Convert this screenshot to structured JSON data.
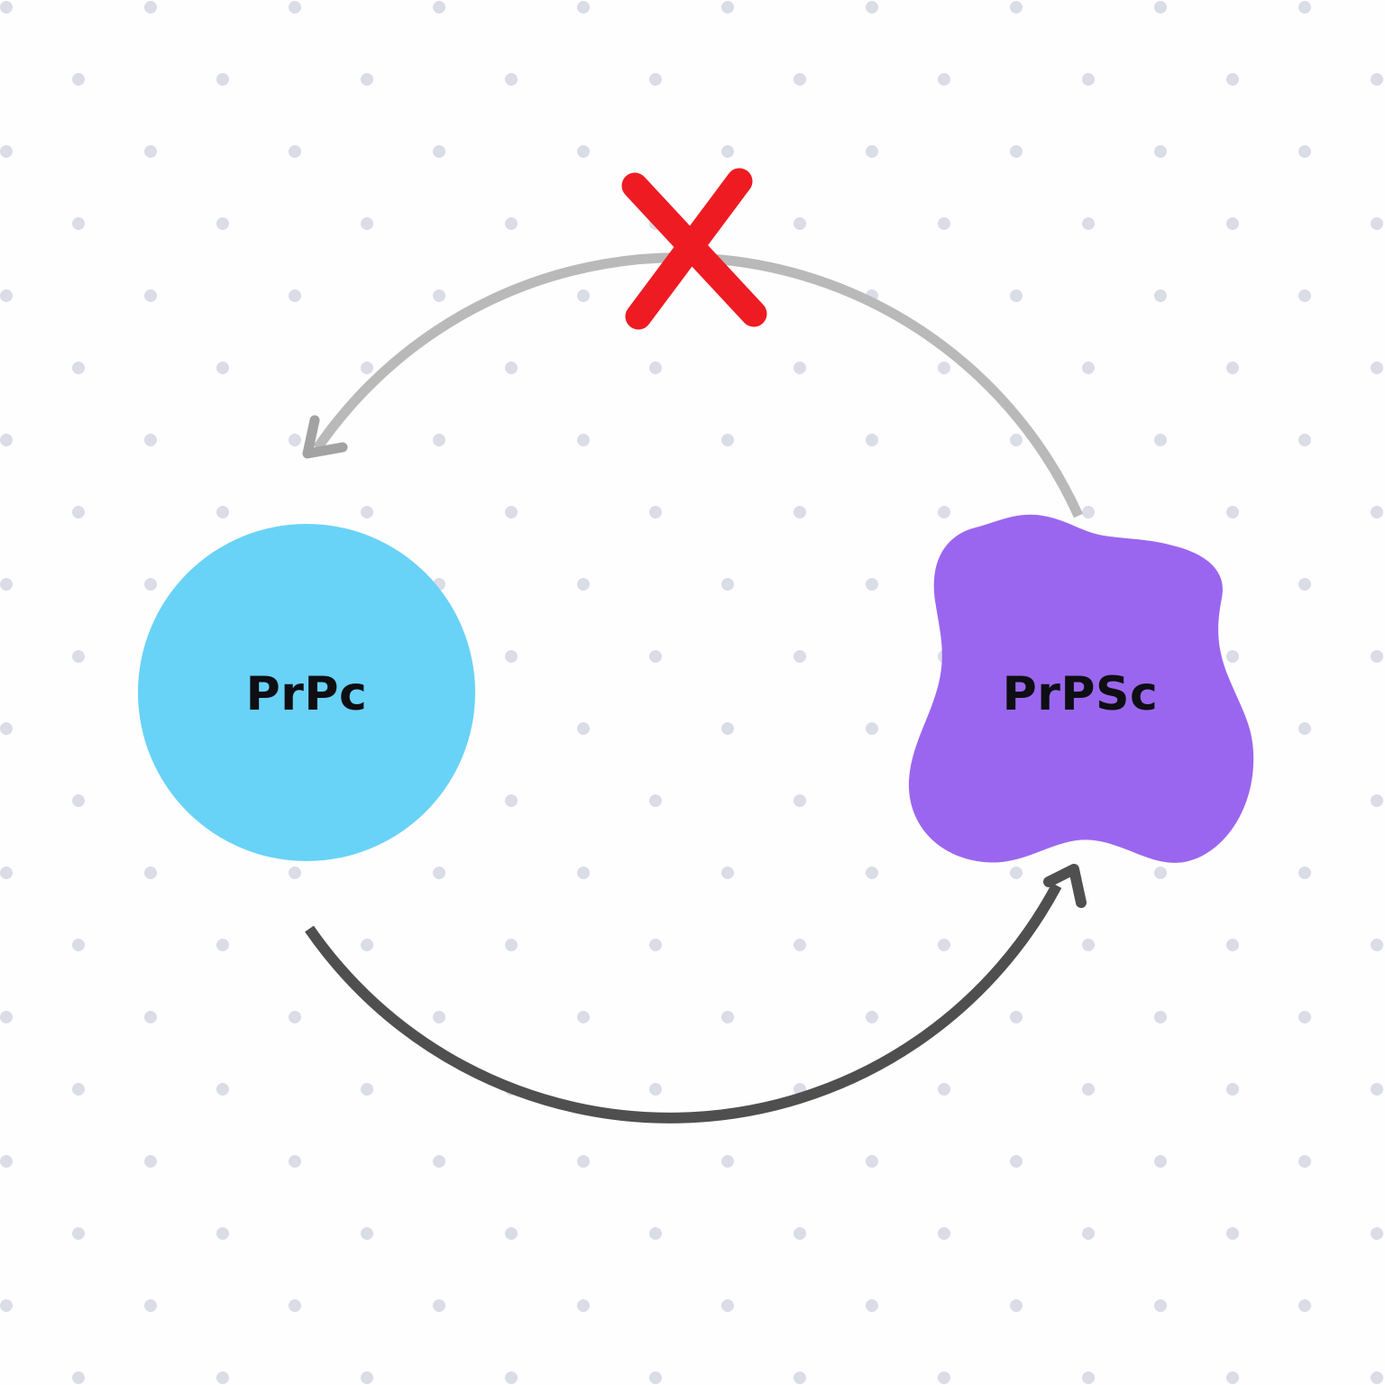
{
  "diagram": {
    "type": "cycle-diagram",
    "background": {
      "fill": "#FEFEFE",
      "dot_color": "#DADCE6"
    },
    "nodes": [
      {
        "id": "prpc",
        "label": "PrPc",
        "shape": "circle",
        "fill": "#69D2F7",
        "label_color": "#0E0E13"
      },
      {
        "id": "prpsc",
        "label": "PrPSc",
        "shape": "blob",
        "fill": "#9B66EF",
        "label_color": "#0E0E13"
      }
    ],
    "edges": [
      {
        "id": "forward",
        "from": "PrPc",
        "to": "PrPSc",
        "arrow_color": "#4F4F4F",
        "head_color": "#4F4F4F",
        "blocked": false
      },
      {
        "id": "reverse",
        "from": "PrPSc",
        "to": "PrPc",
        "arrow_color": "#B9B9B9",
        "head_color": "#A2A2A2",
        "blocked": true
      }
    ],
    "blocked_marker": {
      "icon": "x-mark",
      "color": "#EE1B22"
    }
  }
}
